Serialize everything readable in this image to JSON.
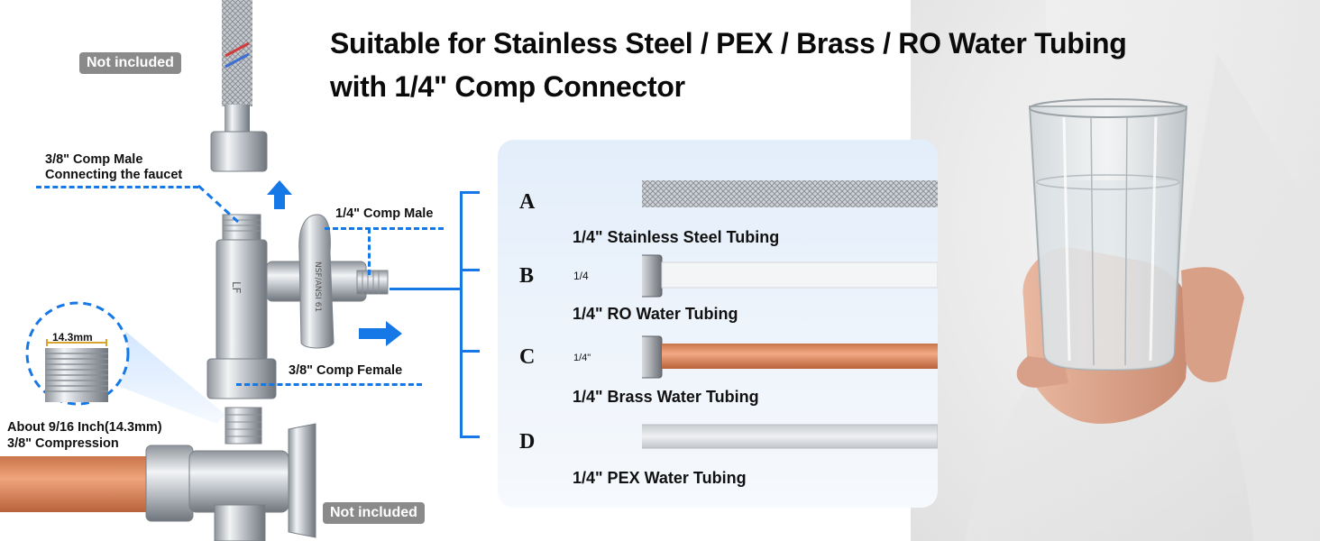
{
  "title": {
    "line1": "Suitable for Stainless Steel  / PEX / Brass / RO Water Tubing",
    "line2": "with 1/4\" Comp Connector"
  },
  "badges": {
    "top": "Not included",
    "bottom": "Not included"
  },
  "callouts": {
    "comp_male_38_line1": "3/8\" Comp Male",
    "comp_male_38_line2": "Connecting the faucet",
    "comp_male_14": "1/4\" Comp Male",
    "comp_female_38": "3/8\" Comp Female",
    "thread_size": "14.3mm",
    "about_line1": "About 9/16 Inch(14.3mm)",
    "about_line2": "3/8\" Compression"
  },
  "valve_markings": {
    "body": "LF",
    "handle": "NSF/ANSI 61"
  },
  "tubing_options": [
    {
      "letter": "A",
      "name": "1/4\" Stainless Steel Tubing",
      "tag": ""
    },
    {
      "letter": "B",
      "name": "1/4\" RO Water Tubing",
      "tag": "1/4"
    },
    {
      "letter": "C",
      "name": "1/4\" Brass Water Tubing",
      "tag": "1/4\""
    },
    {
      "letter": "D",
      "name": "1/4\" PEX Water Tubing",
      "tag": ""
    }
  ],
  "colors": {
    "accent_blue": "#1677e6",
    "badge_gray": "#8a8a8a",
    "copper": "#d98a5f",
    "brass": "#d6a52e",
    "chrome": "#c9ccd1"
  },
  "icons": [
    "arrow-up-icon",
    "arrow-right-icon",
    "magnifier-circle-icon",
    "water-glass-icon"
  ]
}
